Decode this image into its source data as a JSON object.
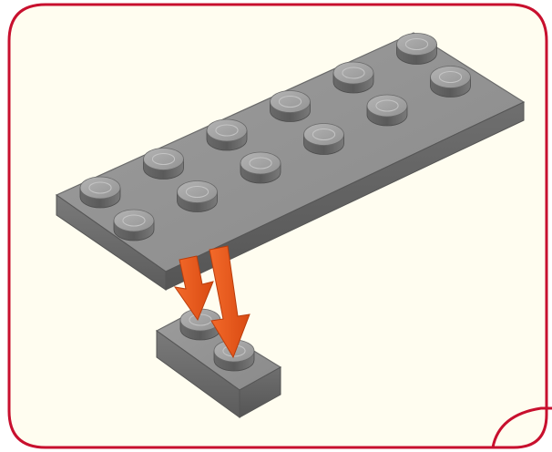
{
  "panel": {
    "background_color": "#fffdf0",
    "border_color": "#c8102e"
  },
  "model": {
    "brick_color": "#8e8e8e",
    "arrow_color": "#ee5a1e",
    "large_plate": {
      "studs_long": 6,
      "studs_wide": 2
    },
    "small_plate": {
      "studs_long": 2,
      "studs_wide": 1
    },
    "arrow_count": 2
  },
  "continuation": {
    "icon": "page-corner-arc-icon"
  }
}
